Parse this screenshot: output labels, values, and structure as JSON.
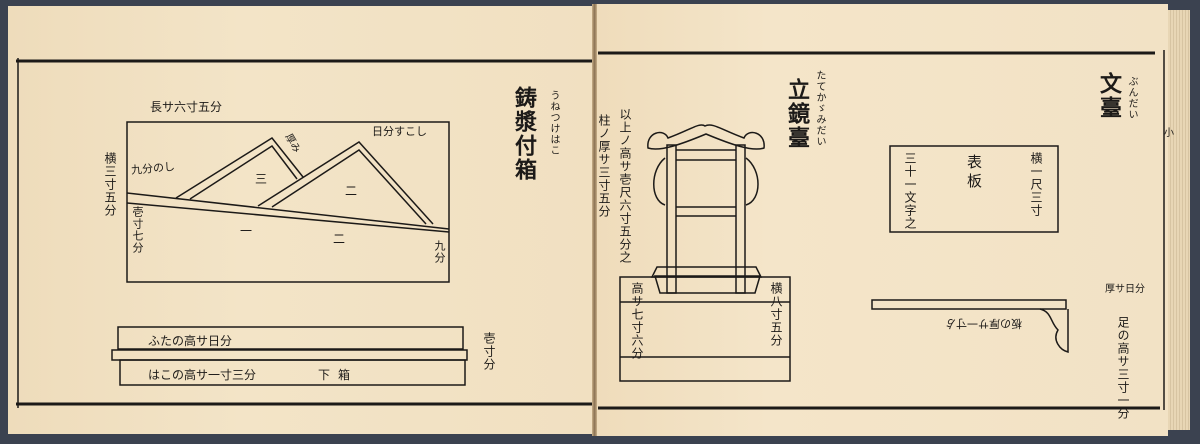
{
  "left_page": {
    "title": "鋳漿付箱",
    "title_ruby": "うねつけはこ",
    "top_note": "長サ六寸五分",
    "side_label_width": "横三寸五分",
    "note_nine_a": "九分のし",
    "note_one_seven": "壱寸七分",
    "note_top_right": "日分すこし",
    "note_mid": "厚み",
    "num_three": "三",
    "num_two_upper": "二",
    "num_one": "一",
    "num_two_lower": "二",
    "note_nine_b": "九分",
    "lid_note": "ふたの高サ日分",
    "base_note": "はこの高サ一寸三分",
    "base_label": "下箱",
    "side_note": "壱寸分"
  },
  "right_page": {
    "stand_title": "立鏡臺",
    "stand_ruby": "たてかゞみだい",
    "stand_note_1": "以上ノ高サ壱尺六寸五分之",
    "stand_note_2": "柱ノ厚サ三寸五分",
    "base_left": "高サ七寸六分",
    "base_right": "横八寸五分",
    "desk_title": "文臺",
    "desk_ruby": "ぶんだい",
    "board_label": "表板",
    "board_width": "横一尺三寸",
    "board_note": "三十一文字之",
    "thickness_note": "厚サ日分",
    "leg_inner_note": "板の厚サ一寸ゟ",
    "leg_note": "足の高サ三寸一分",
    "margin_mark": "小"
  },
  "colors": {
    "paper": "#f2e2c4",
    "ink": "#1c1a18",
    "backdrop": "#3b4250"
  }
}
